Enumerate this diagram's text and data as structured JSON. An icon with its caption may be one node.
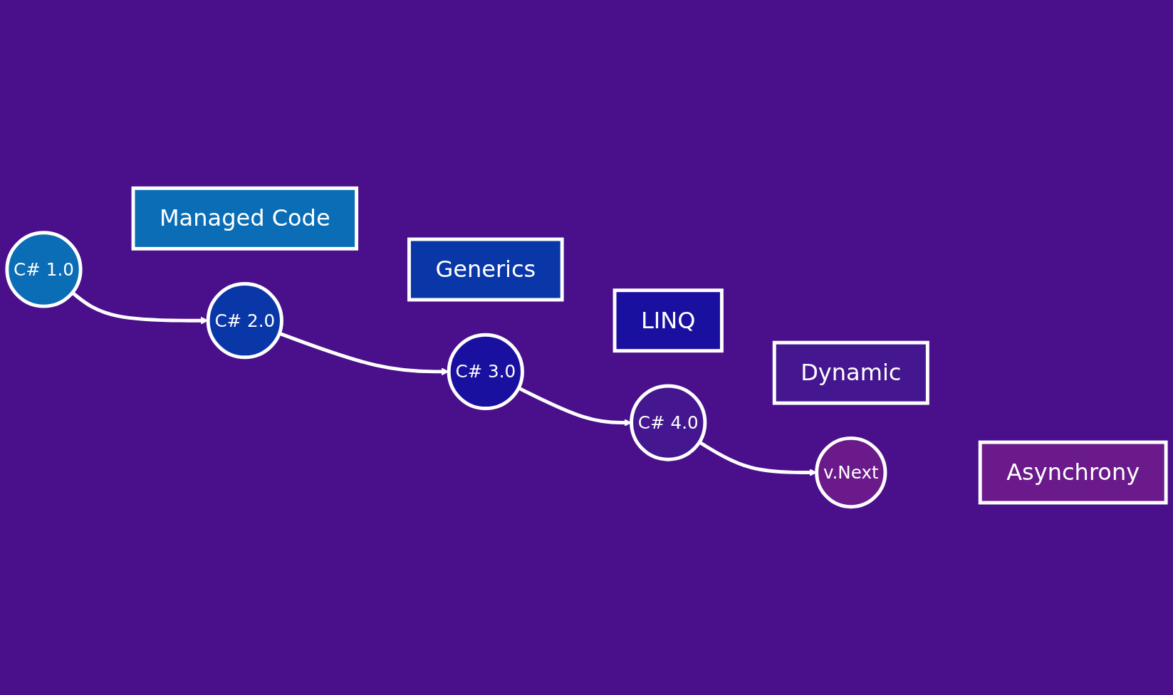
{
  "diagram": {
    "nodes": [
      {
        "text": [
          "C# 1.0"
        ]
      },
      {
        "text": [
          "Managed Code"
        ]
      },
      {
        "text": [
          "C# 2.0"
        ]
      },
      {
        "text": [
          "Generics"
        ]
      },
      {
        "text": [
          "C# 3.0"
        ]
      },
      {
        "text": [
          "LINQ"
        ]
      },
      {
        "text": [
          "C# 4.0"
        ]
      },
      {
        "text": [
          "Dynamic"
        ]
      },
      {
        "text": [
          "v.Next"
        ]
      },
      {
        "text": [
          "Asynchrony"
        ]
      }
    ],
    "edges": [
      {
        "from": 0,
        "to": 2,
        "arrow": "to"
      },
      {
        "from": 2,
        "to": 4,
        "arrow": "to"
      },
      {
        "from": 4,
        "to": 6,
        "arrow": "to"
      },
      {
        "from": 6,
        "to": 8,
        "arrow": "to"
      }
    ]
  }
}
